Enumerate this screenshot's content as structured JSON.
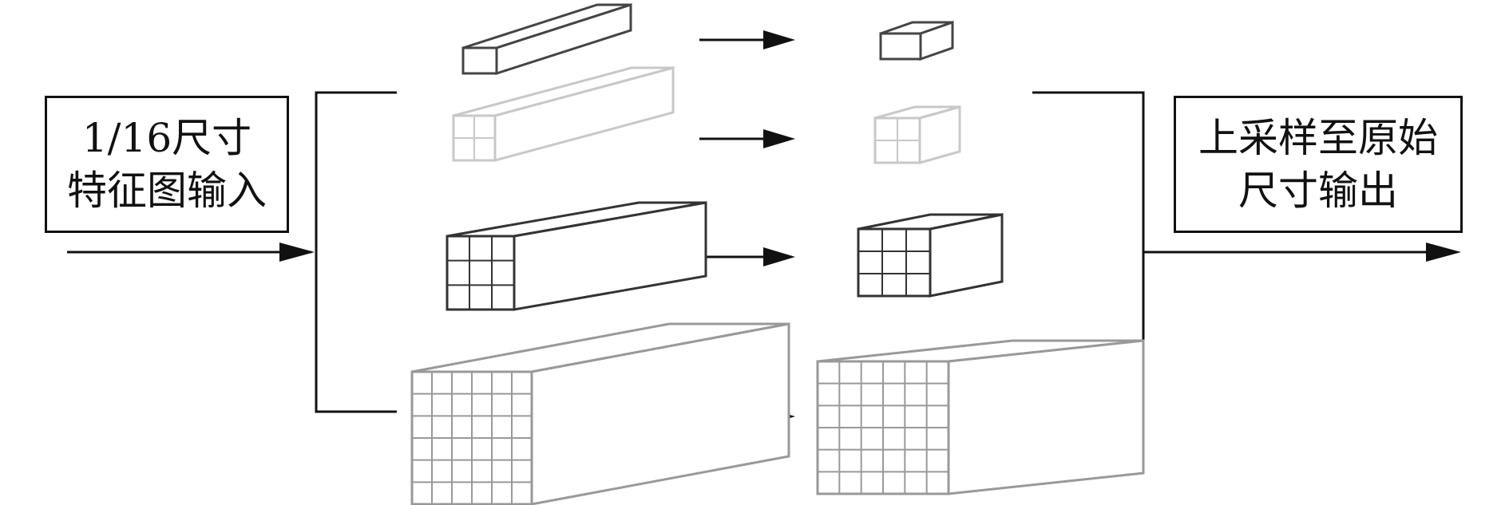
{
  "input_label": {
    "line1": "1/16尺寸",
    "line2": "特征图输入"
  },
  "output_label": {
    "line1": "上采样至原始",
    "line2": "尺寸输出"
  },
  "branches": [
    {
      "grid": 1,
      "color": "#444444"
    },
    {
      "grid": 2,
      "color": "#c8c8c8"
    },
    {
      "grid": 3,
      "color": "#333333"
    },
    {
      "grid": 6,
      "color": "#999999"
    }
  ],
  "icons": {
    "arrow": "arrow-right-icon"
  }
}
